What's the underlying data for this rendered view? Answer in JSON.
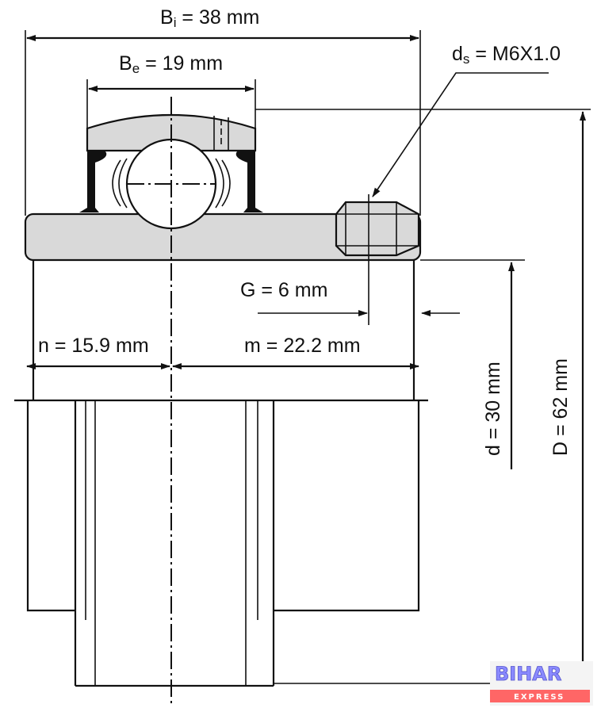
{
  "title": "Bearing insert dimension drawing",
  "dimensions": {
    "Bi": {
      "symbol": "B",
      "sub": "i",
      "value": " = 38 mm"
    },
    "Be": {
      "symbol": "B",
      "sub": "e",
      "value": " = 19 mm"
    },
    "ds": {
      "symbol": "d",
      "sub": "s",
      "value": " = M6X1.0"
    },
    "G": {
      "label": "G = 6 mm"
    },
    "n": {
      "label": "n = 15.9 mm"
    },
    "m": {
      "label": "m = 22.2 mm"
    },
    "d": {
      "label": "d = 30 mm"
    },
    "D": {
      "label": "D = 62 mm"
    }
  },
  "watermark": {
    "name": "BIHAR",
    "tagline": "EXPRESS"
  },
  "colors": {
    "fill": "#d9d9d9",
    "line": "#111111"
  }
}
